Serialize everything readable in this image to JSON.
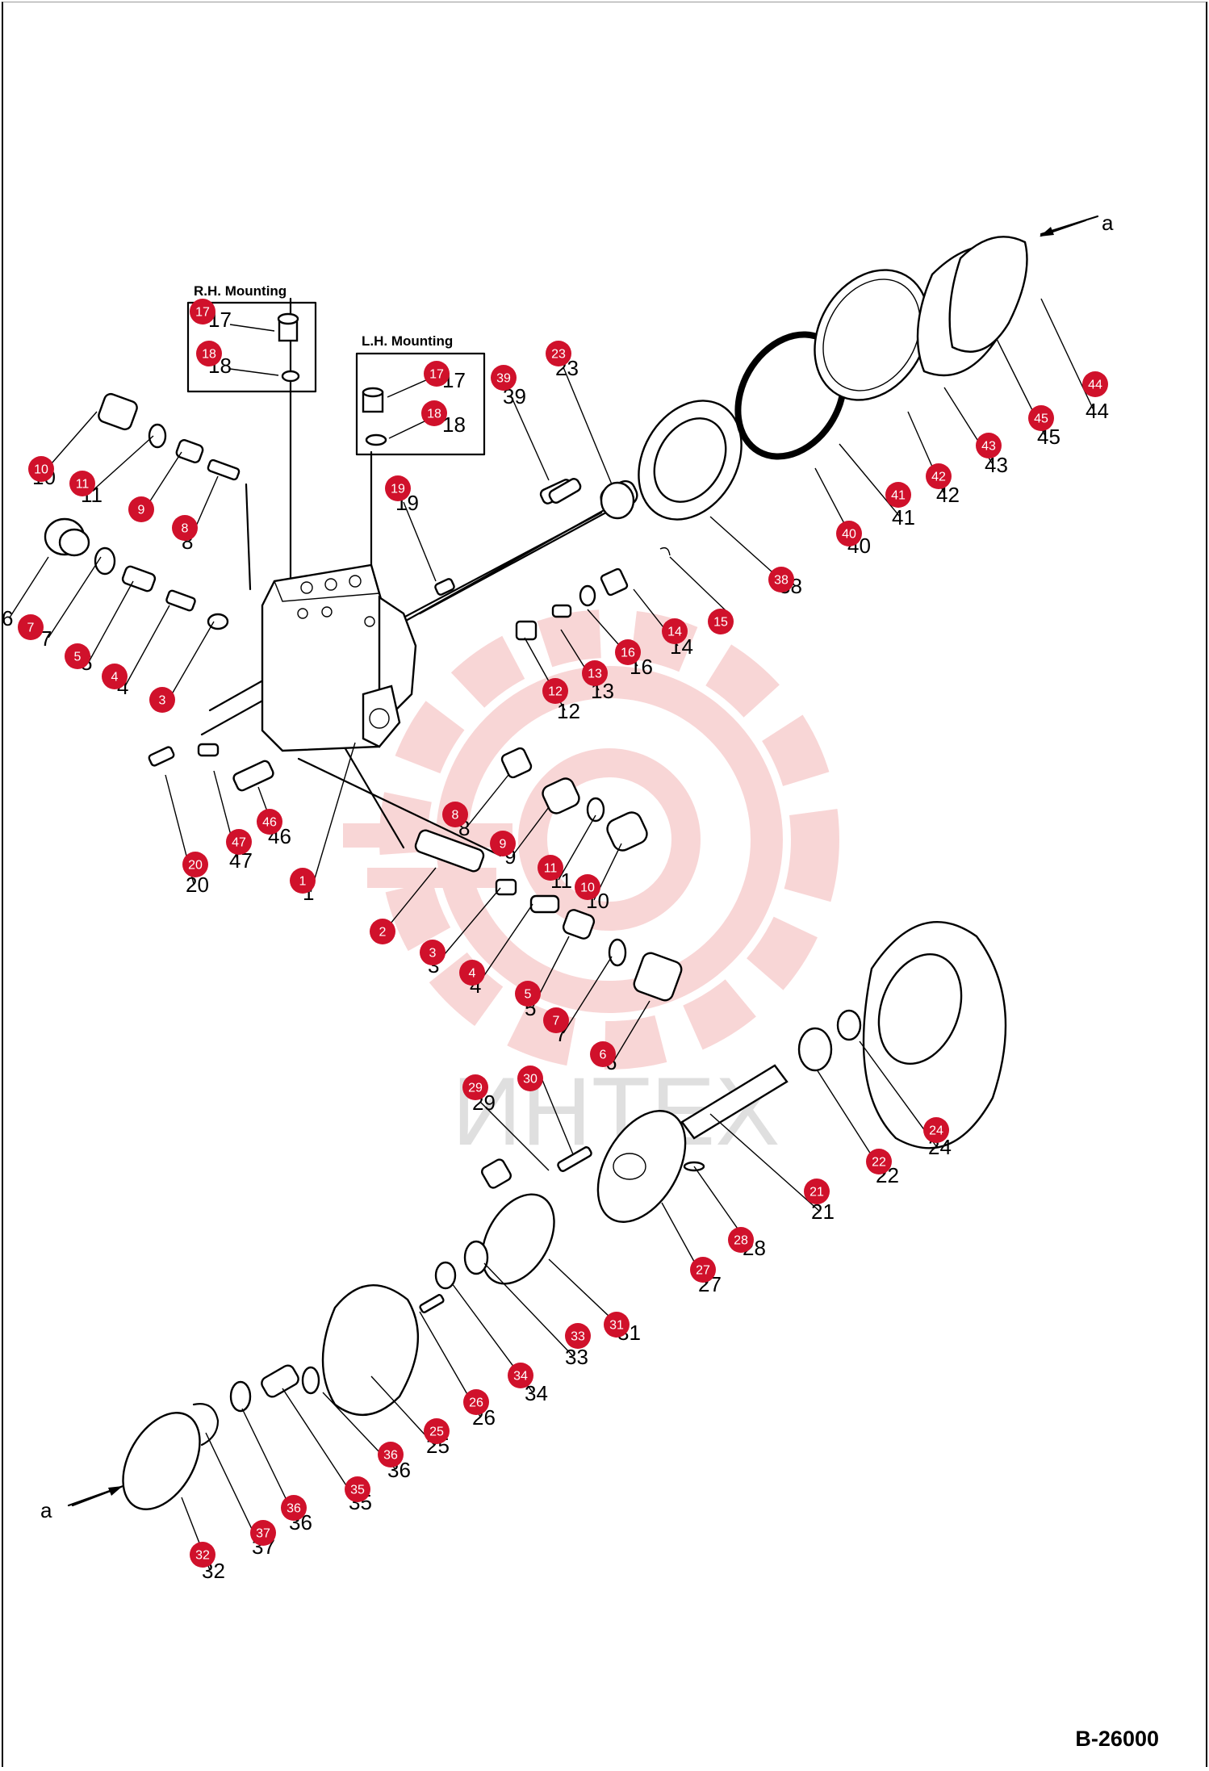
{
  "document_code": "B-26000",
  "box_labels": {
    "rh_mounting": "R.H. Mounting",
    "lh_mounting": "L.H. Mounting"
  },
  "view_marker": "a",
  "watermark_text": "ИНТЕХ",
  "colors": {
    "badge": "#d0112b",
    "badge_text": "#ffffff",
    "watermark": "#f4b6b6",
    "line": "#000000"
  },
  "callouts": [
    {
      "id": "10a",
      "badge": "10",
      "label": "10"
    },
    {
      "id": "11a",
      "badge": "11",
      "label": "11"
    },
    {
      "id": "9a",
      "badge": "9",
      "label": "9"
    },
    {
      "id": "8a",
      "badge": "8",
      "label": "8"
    },
    {
      "id": "6a",
      "badge": "",
      "label": "6"
    },
    {
      "id": "7a",
      "badge": "7",
      "label": "7"
    },
    {
      "id": "5a",
      "badge": "5",
      "label": "5"
    },
    {
      "id": "4a",
      "badge": "4",
      "label": "4"
    },
    {
      "id": "3a",
      "badge": "3",
      "label": "3"
    },
    {
      "id": "17a",
      "badge": "17",
      "label": "17"
    },
    {
      "id": "18a",
      "badge": "18",
      "label": "18"
    },
    {
      "id": "17b",
      "badge": "17",
      "label": "17"
    },
    {
      "id": "18b",
      "badge": "18",
      "label": "18"
    },
    {
      "id": "39",
      "badge": "39",
      "label": "39"
    },
    {
      "id": "23",
      "badge": "23",
      "label": "23"
    },
    {
      "id": "19",
      "badge": "19",
      "label": "19"
    },
    {
      "id": "38",
      "badge": "38",
      "label": "38"
    },
    {
      "id": "40",
      "badge": "40",
      "label": "40"
    },
    {
      "id": "41",
      "badge": "41",
      "label": "41"
    },
    {
      "id": "42",
      "badge": "42",
      "label": "42"
    },
    {
      "id": "43",
      "badge": "43",
      "label": "43"
    },
    {
      "id": "45",
      "badge": "45",
      "label": "45"
    },
    {
      "id": "44",
      "badge": "44",
      "label": "44"
    },
    {
      "id": "15",
      "badge": "15",
      "label": ""
    },
    {
      "id": "14",
      "badge": "14",
      "label": "14"
    },
    {
      "id": "16",
      "badge": "16",
      "label": "16"
    },
    {
      "id": "13",
      "badge": "13",
      "label": "13"
    },
    {
      "id": "12",
      "badge": "12",
      "label": "12"
    },
    {
      "id": "20",
      "badge": "20",
      "label": "20"
    },
    {
      "id": "47",
      "badge": "47",
      "label": "47"
    },
    {
      "id": "46",
      "badge": "46",
      "label": "46"
    },
    {
      "id": "1",
      "badge": "1",
      "label": "1"
    },
    {
      "id": "8b",
      "badge": "8",
      "label": "8"
    },
    {
      "id": "9b",
      "badge": "9",
      "label": "9"
    },
    {
      "id": "11b",
      "badge": "11",
      "label": "11"
    },
    {
      "id": "10b",
      "badge": "10",
      "label": "10"
    },
    {
      "id": "2",
      "badge": "2",
      "label": ""
    },
    {
      "id": "3b",
      "badge": "3",
      "label": "3"
    },
    {
      "id": "4b",
      "badge": "4",
      "label": "4"
    },
    {
      "id": "5b",
      "badge": "5",
      "label": "5"
    },
    {
      "id": "7b",
      "badge": "7",
      "label": "7"
    },
    {
      "id": "6b",
      "badge": "6",
      "label": "6"
    },
    {
      "id": "24",
      "badge": "24",
      "label": "24"
    },
    {
      "id": "22",
      "badge": "22",
      "label": "22"
    },
    {
      "id": "21",
      "badge": "21",
      "label": "21"
    },
    {
      "id": "29",
      "badge": "29",
      "label": "29"
    },
    {
      "id": "30",
      "badge": "30",
      "label": ""
    },
    {
      "id": "28",
      "badge": "28",
      "label": "28"
    },
    {
      "id": "27",
      "badge": "27",
      "label": "27"
    },
    {
      "id": "31",
      "badge": "31",
      "label": "31"
    },
    {
      "id": "33",
      "badge": "33",
      "label": "33"
    },
    {
      "id": "34",
      "badge": "34",
      "label": "34"
    },
    {
      "id": "26",
      "badge": "26",
      "label": "26"
    },
    {
      "id": "25",
      "badge": "25",
      "label": "25"
    },
    {
      "id": "36a",
      "badge": "36",
      "label": "36"
    },
    {
      "id": "35",
      "badge": "35",
      "label": "35"
    },
    {
      "id": "36b",
      "badge": "36",
      "label": "36"
    },
    {
      "id": "37",
      "badge": "37",
      "label": "37"
    },
    {
      "id": "32",
      "badge": "32",
      "label": "32"
    }
  ]
}
